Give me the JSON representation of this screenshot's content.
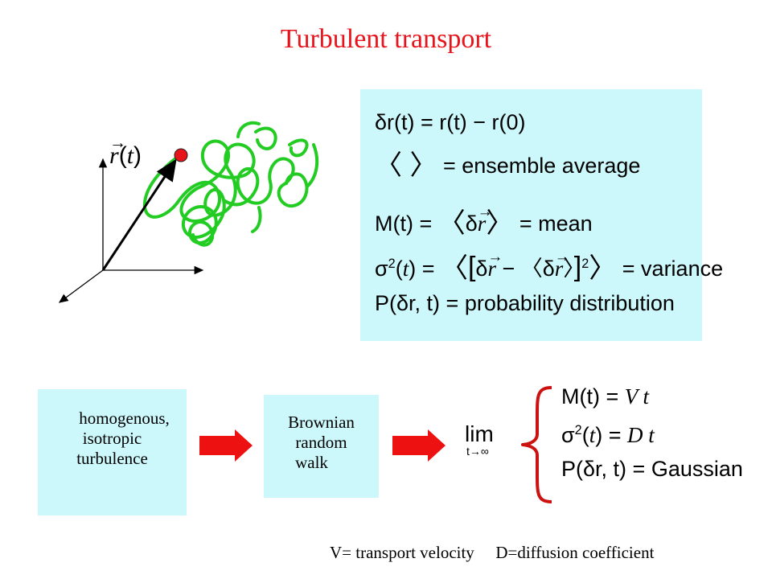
{
  "title": "Turbulent transport",
  "trajectory_label": {
    "r": "r",
    "t": "t"
  },
  "definitions": {
    "displacement": {
      "lhs": "δr(t)",
      "rhs": "r(t) − r(0)"
    },
    "ensemble": {
      "symbol": "〈 〉",
      "text": "ensemble average"
    },
    "mean": {
      "lhs": "M(t)",
      "text": "mean"
    },
    "variance": {
      "lhs": "σ",
      "exp": "2",
      "text": "variance"
    },
    "distribution": {
      "lhs": "P(δr, t)",
      "text": "probability distribution"
    }
  },
  "boxes": {
    "turbulence": [
      "homogenous,",
      "isotropic",
      "turbulence"
    ],
    "brownian": [
      "Brownian",
      "random",
      "walk"
    ]
  },
  "limit": {
    "lim": "lim",
    "sub": "t→∞"
  },
  "results": {
    "mean": {
      "lhs": "M(t)",
      "rhs": "V t"
    },
    "variance": {
      "lhs": "σ",
      "exp": "2",
      "rhs": "D t"
    },
    "distribution": {
      "lhs": "P(δr, t)",
      "rhs": "Gaussian"
    }
  },
  "footer": {
    "velocity": "V= transport velocity",
    "diffusion": "D=diffusion coefficient"
  },
  "colors": {
    "title": "#e8141b",
    "panel": "#ccf7fb",
    "trajectory": "#22cc22",
    "particle": "#e8141b",
    "arrow_red": "#ee1111",
    "brace": "#cc1111"
  }
}
